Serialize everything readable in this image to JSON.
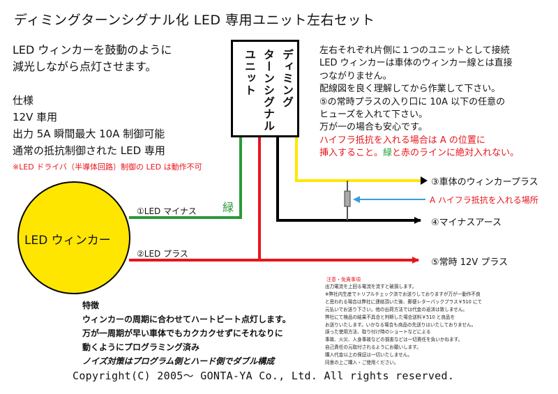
{
  "title": "ディミングターンシグナル化 LED 専用ユニット左右セット",
  "intro": [
    "LED ウィンカーを鼓動のように",
    "減光しながら点灯させます。"
  ],
  "specs": {
    "heading": "仕様",
    "lines": [
      "12V 車用",
      "出力 5A 瞬間最大 10A 制御可能",
      "通常の抵抗制御された LED 専用"
    ],
    "note": "※LED ドライバ（半導体回路）制御の LED は動作不可"
  },
  "unit_box": {
    "col1": "ディミング",
    "col2": "ターンシグナル",
    "col3": "ユニット"
  },
  "right_notes": {
    "lines": [
      "左右それぞれ片側に１つのユニットとして接続",
      "LED ウィンカーは車体のウィンカー線とは直接",
      "つながりません。",
      "配線図を良く理解してから作業して下さい。",
      "⑤の常時プラスの入り口に 10A 以下の任意の",
      "ヒューズを入れて下さい。",
      "万が一の場合も安心です。"
    ],
    "red_line1": "ハイフラ抵抗を入れる場合は A の位置に",
    "red_line2a": "挿入すること。",
    "green_word": "緑",
    "red_line2b": "と赤のラインに絶対入れない。"
  },
  "wires": {
    "w1": "①LED マイナス",
    "w1_color_label": "緑",
    "w2": "②LED プラス",
    "w3": "③車体のウィンカープラス",
    "w4": "④マイナスアース",
    "w5": "⑤常時 12V プラス",
    "resistor_note": "A ハイフラ抵抗を入れる場所"
  },
  "led_label": "LED ウィンカー",
  "caution": {
    "title": "注意・免責事項",
    "lines": [
      "出力電流を上回る電流を流すと破損します。",
      "※弊社内生産でトリプルチェック済でお送りしておりますが万が一動作不良",
      "と思われる場合は弊社に連絡頂いた後、郵便レターパックプラス￥510 にて",
      "元払いでお送り下さい。他の出荷方法では代金の返済は致しません。",
      "弊社にて検品の結果不具合と判断した場合送料￥510 と良品を",
      "お送りいたします。いかなる場合も商品の先送りはいたしておりません。",
      "誤った使用方法、取り付け時のショートなどによる",
      "事故、火災、人身事故などの損害などは一切責任を負いかねます。",
      "自己責任の元取付されるようにお願いします。",
      "購入代金以上の保証は一切いたしません。",
      "同意の上ご購入・ご使用ください。"
    ]
  },
  "features": {
    "heading": "特徴",
    "lines": [
      "ウィンカーの周期に合わせてハートビート点灯します。",
      "万が一周期が早い車体でもカクカクせずにそれなりに",
      "動くようにプログラミング済み"
    ],
    "last_line": "ノイズ対策はプログラム側とハード側でダブル構成"
  },
  "copyright": "Copyright(C)  2005～  GONTA-YA Co., Ltd.  All rights reserved.",
  "colors": {
    "green": "#2a9a3a",
    "red": "#e8141b",
    "yellow": "#ffe600",
    "black": "#000000",
    "blue": "#3a9be0",
    "led_fill": "#ffe600"
  }
}
